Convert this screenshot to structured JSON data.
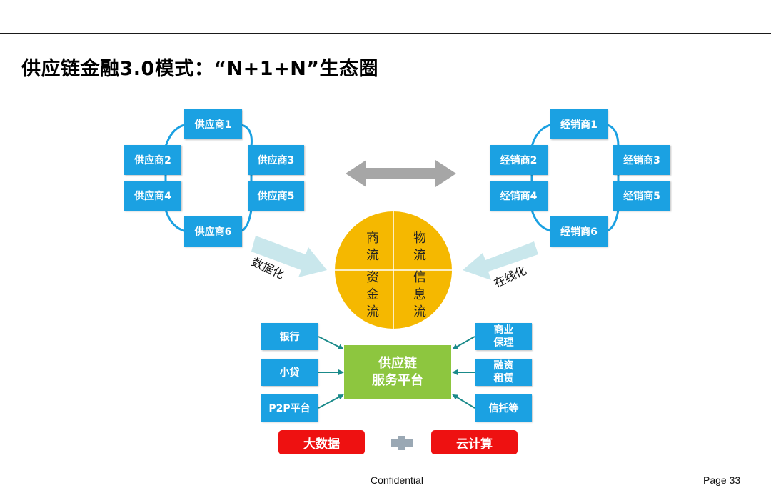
{
  "title": "供应链金融3.0模式：“N+1+N”生态圈",
  "suppliers": [
    "供应商1",
    "供应商2",
    "供应商3",
    "供应商4",
    "供应商5",
    "供应商6"
  ],
  "dealers": [
    "经销商1",
    "经销商2",
    "经销商3",
    "经销商4",
    "经销商5",
    "经销商6"
  ],
  "left_arrow_label": "数据化",
  "right_arrow_label": "在线化",
  "circle": {
    "q1": [
      "商",
      "流"
    ],
    "q2": [
      "物",
      "流"
    ],
    "q3": [
      "资",
      "金",
      "流"
    ],
    "q4": [
      "信",
      "息",
      "流"
    ]
  },
  "platform": [
    "供应链",
    "服务平台"
  ],
  "left_sources": [
    "银行",
    "小贷",
    "P2P平台"
  ],
  "right_sources": [
    [
      "商业",
      "保理"
    ],
    [
      "融资",
      "租赁"
    ],
    [
      "信托等"
    ]
  ],
  "bottom": {
    "big_data": "大数据",
    "cloud": "云计算"
  },
  "colors": {
    "node": "#1ba1e2",
    "circle": "#f5b800",
    "platform": "#8dc63f",
    "red": "#ee1111",
    "gray_arrow": "#a6a6a6",
    "pale_arrow": "#c9e7ec"
  },
  "footer": {
    "center": "Confidential",
    "right": "Page 33"
  }
}
